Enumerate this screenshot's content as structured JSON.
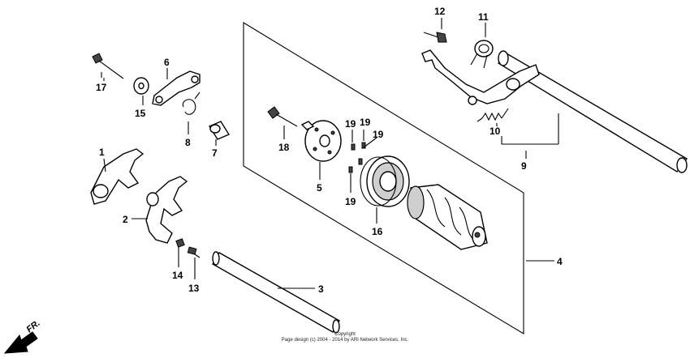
{
  "diagram": {
    "callouts": [
      "1",
      "2",
      "3",
      "4",
      "5",
      "6",
      "7",
      "8",
      "9",
      "10",
      "11",
      "12",
      "13",
      "14",
      "15",
      "16",
      "17",
      "18",
      "19",
      "19",
      "19",
      "19"
    ],
    "direction_label": "FR.",
    "copyright_line1": "Copyright",
    "copyright_line2": "Page design (c) 2004 - 2014 by ARI Network Services, Inc."
  }
}
